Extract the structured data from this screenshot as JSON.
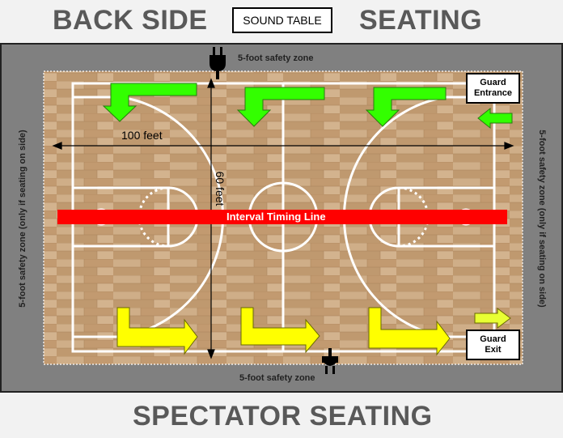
{
  "top": {
    "left_label": "BACK SIDE",
    "sound_table": "SOUND TABLE",
    "right_label": "SEATING"
  },
  "bottom": {
    "label": "SPECTATOR SEATING"
  },
  "zones": {
    "top": "5-foot safety zone",
    "bottom": "5-foot safety zone",
    "left": "5-foot safety zone (only if seating on side)",
    "right": "5-foot safety zone (only if seating on side)"
  },
  "court": {
    "length_label": "100 feet",
    "width_label": "60 feet",
    "timing_line_label": "Interval Timing Line",
    "guard_entrance_line1": "Guard",
    "guard_entrance_line2": "Entrance",
    "guard_exit_line1": "Guard",
    "guard_exit_line2": "Exit"
  },
  "colors": {
    "green_arrow": "#33ff00",
    "yellow_arrow": "#ffff00",
    "light_yellow_arrow": "#e8ff33",
    "timing_line": "#ff0000",
    "safety_zone": "#808080",
    "wood": "#c8a47c"
  },
  "icons": [
    "power-plug-icon-top",
    "power-plug-icon-bottom"
  ]
}
